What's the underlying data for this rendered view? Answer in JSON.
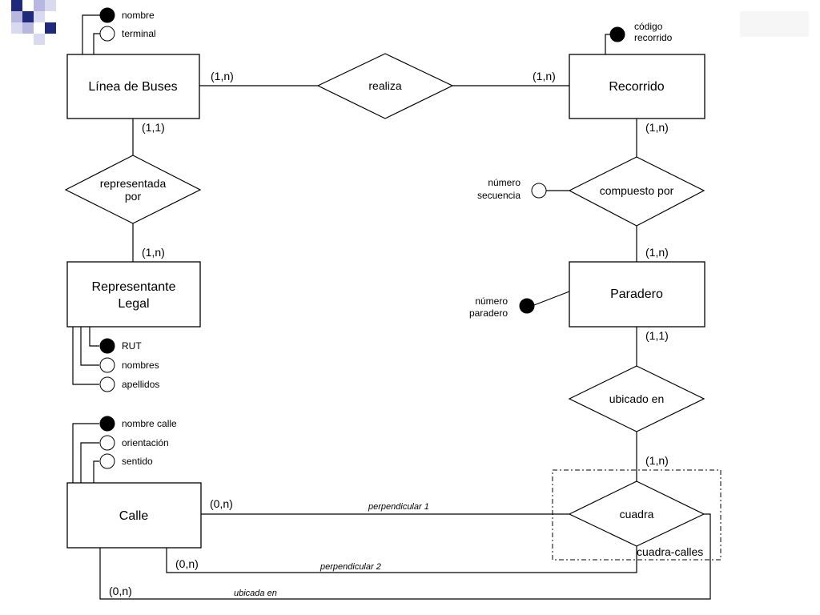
{
  "entities": {
    "linea": "Línea de Buses",
    "recorrido": "Recorrido",
    "representante_l1": "Representante",
    "representante_l2": "Legal",
    "paradero": "Paradero",
    "calle": "Calle"
  },
  "relationships": {
    "realiza": "realiza",
    "representada_l1": "representada",
    "representada_l2": "por",
    "compuesto": "compuesto por",
    "ubicado": "ubicado en",
    "cuadra": "cuadra",
    "cuadra_group": "cuadra-calles"
  },
  "attributes": {
    "linea_nombre": "nombre",
    "linea_terminal": "terminal",
    "recorrido_codigo_l1": "código",
    "recorrido_codigo_l2": "recorrido",
    "rep_rut": "RUT",
    "rep_nombres": "nombres",
    "rep_apellidos": "apellidos",
    "compuesto_num_l1": "número",
    "compuesto_num_l2": "secuencia",
    "paradero_num_l1": "número",
    "paradero_num_l2": "paradero",
    "calle_nombre": "nombre calle",
    "calle_orientacion": "orientación",
    "calle_sentido": "sentido"
  },
  "cardinalities": {
    "linea_realiza": "(1,n)",
    "recorrido_realiza": "(1,n)",
    "linea_representada": "(1,1)",
    "rep_representada": "(1,n)",
    "recorrido_compuesto": "(1,n)",
    "paradero_compuesto": "(1,n)",
    "paradero_ubicado": "(1,1)",
    "cuadra_ubicado": "(1,n)",
    "calle_perp1": "(0,n)",
    "calle_perp2": "(0,n)",
    "calle_ubicada": "(0,n)"
  },
  "roles": {
    "perp1": "perpendicular 1",
    "perp2": "perpendicular 2",
    "ubicada": "ubicada en"
  },
  "logo_colors": [
    "#1f2a7a",
    "#b7b7e0",
    "#d9d9f0"
  ]
}
